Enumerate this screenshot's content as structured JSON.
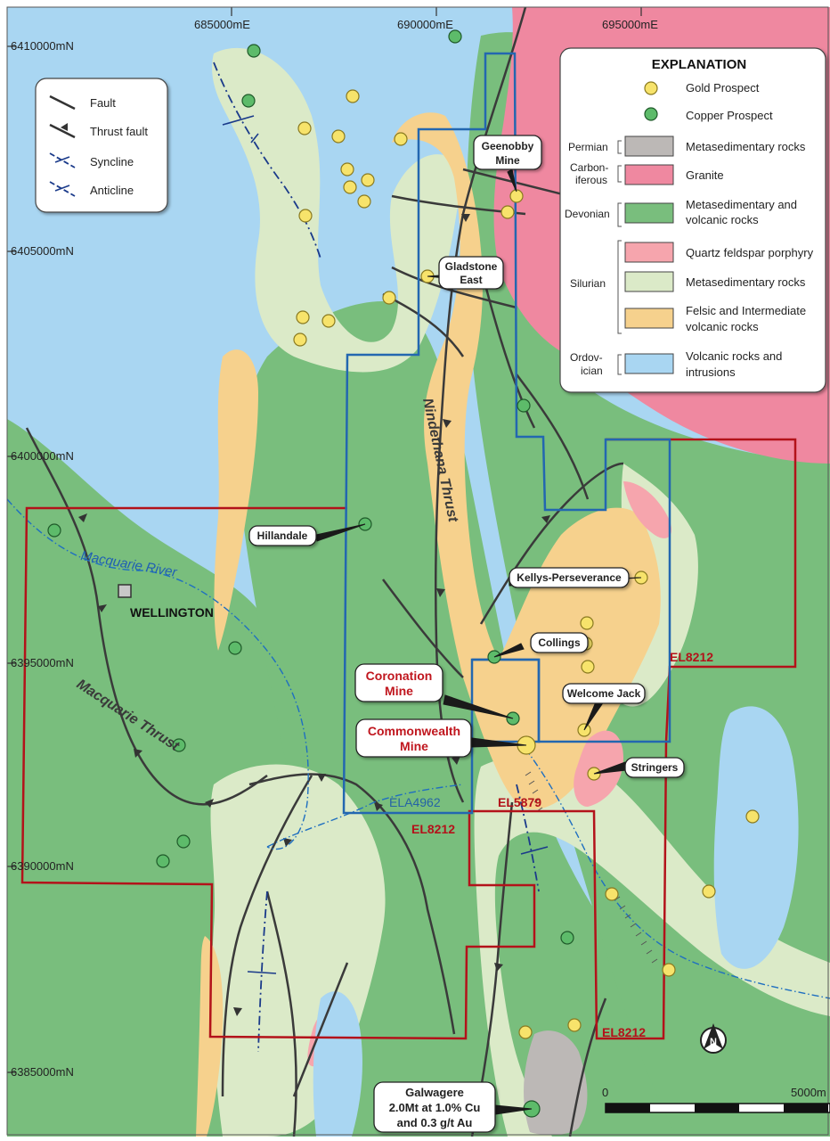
{
  "grid_labels": {
    "easting": [
      "685000mE",
      "690000mE",
      "695000mE"
    ],
    "northing": [
      "6410000mN",
      "6405000mN",
      "6400000mN",
      "6395000mN",
      "6390000mN",
      "6385000mN"
    ]
  },
  "structure_legend": {
    "items": [
      "Fault",
      "Thrust fault",
      "Syncline",
      "Anticline"
    ]
  },
  "explanation": {
    "title": "EXPLANATION",
    "gold_prospect": "Gold Prospect",
    "copper_prospect": "Copper Prospect",
    "units": [
      {
        "era": "Permian",
        "label": "Metasedimentary rocks",
        "color": "#bcb8b6"
      },
      {
        "era": "Carbon- iferous",
        "label": "Granite",
        "color": "#ef88a0"
      },
      {
        "era": "Devonian",
        "label": "Metasedimentary and volcanic rocks",
        "color": "#79be7d"
      },
      {
        "era": "Silurian",
        "label": "Quartz feldspar porphyry",
        "color": "#f6a5ad"
      },
      {
        "era": "",
        "label": "Metasedimentary rocks",
        "color": "#dbeac8"
      },
      {
        "era": "",
        "label": "Felsic and Intermediate volcanic rocks",
        "color": "#f6d18d"
      },
      {
        "era": "Ordov- ician",
        "label": "Volcanic rocks and intrusions",
        "color": "#a9d6f2"
      }
    ],
    "eras": {
      "permian": "Permian",
      "carboniferous_1": "Carbon-",
      "carboniferous_2": "iferous",
      "devonian": "Devonian",
      "silurian": "Silurian",
      "ordovician_1": "Ordov-",
      "ordovician_2": "ician"
    },
    "unit_lines": {
      "permian": "Metasedimentary rocks",
      "granite": "Granite",
      "devonian_1": "Metasedimentary and",
      "devonian_2": "volcanic rocks",
      "porphyry": "Quartz feldspar porphyry",
      "silurian_meta": "Metasedimentary rocks",
      "felsic_1": "Felsic and Intermediate",
      "felsic_2": "volcanic rocks",
      "ordovician_1": "Volcanic rocks and",
      "ordovician_2": "intrusions"
    }
  },
  "callouts": {
    "geenobby_1": "Geenobby",
    "geenobby_2": "Mine",
    "gladstone_1": "Gladstone",
    "gladstone_2": "East",
    "hillandale": "Hillandale",
    "kellys": "Kellys-Perseverance",
    "collings": "Collings",
    "coronation_1": "Coronation",
    "coronation_2": "Mine",
    "commonwealth_1": "Commonwealth",
    "commonwealth_2": "Mine",
    "welcome_jack": "Welcome Jack",
    "stringers": "Stringers",
    "galwagere_1": "Galwagere",
    "galwagere_2": "2.0Mt at 1.0% Cu",
    "galwagere_3": "and 0.3 g/t Au"
  },
  "tenements": {
    "el8212_east": "EL8212",
    "el8212_mid": "EL8212",
    "el8212_south": "EL8212",
    "ela4962": "ELA4962",
    "el5879": "EL5879"
  },
  "place_labels": {
    "town": "WELLINGTON",
    "river": "Macquarie River",
    "nindethana": "Nindethana Thrust",
    "macquarie_thrust": "Macquarie Thrust"
  },
  "scale_bar": {
    "start": "0",
    "end": "5000m"
  },
  "north_arrow": "N",
  "colors": {
    "ordovician": "#a9d6f2",
    "devonian": "#79be7d",
    "silurian_meta": "#dbeac8",
    "felsic": "#f6d18d",
    "granite": "#ef88a0",
    "porphyry": "#f6a5ad",
    "permian": "#bcb8b6",
    "tenement_red": "#b3121a",
    "tenement_blue": "#2367b0",
    "gold": "#f7e36b",
    "copper": "#5dbb6a"
  }
}
